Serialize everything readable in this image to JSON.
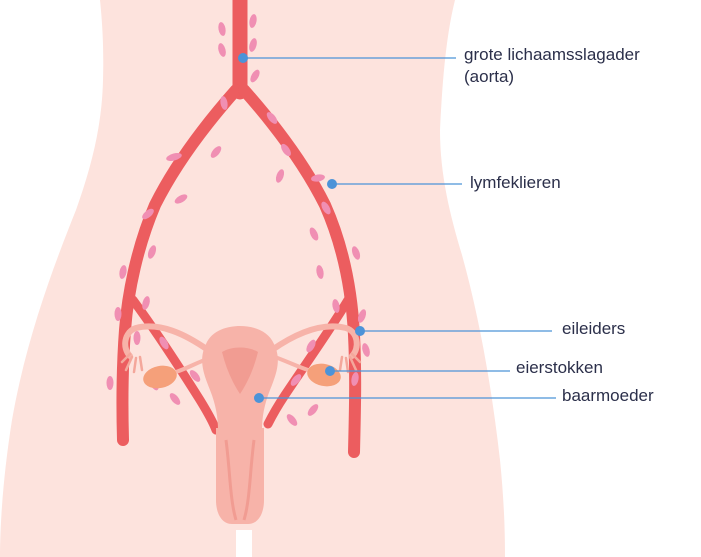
{
  "labels": {
    "aorta_line1": "grote lichaamsslagader",
    "aorta_line2": "(aorta)",
    "lymph_nodes": "lymfeklieren",
    "fallopian_tubes": "eileiders",
    "ovaries": "eierstokken",
    "uterus": "baarmoeder"
  },
  "colors": {
    "skin": "#fde3dd",
    "artery": "#ec5d5f",
    "lymph_node": "#f08fb3",
    "uterus": "#f7b3a9",
    "uterus_dark": "#f19c92",
    "ovary": "#f5a07a",
    "pointer": "#4c93d8",
    "text": "#2b2f4a"
  }
}
